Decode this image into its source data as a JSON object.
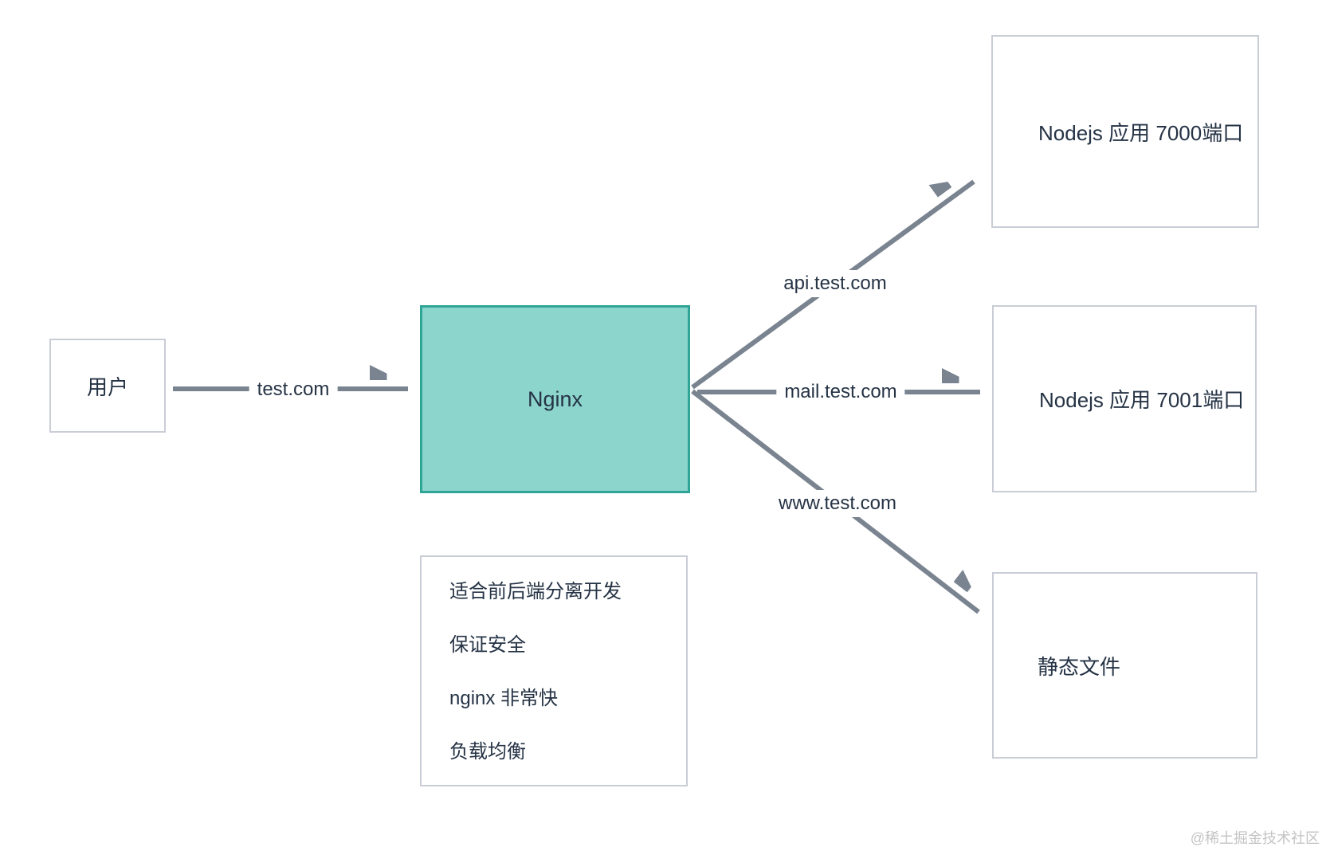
{
  "diagram": {
    "nodes": {
      "user": {
        "label": "用户"
      },
      "nginx": {
        "label": "Nginx"
      },
      "nodejs7000": {
        "label": "Nodejs 应用 7000端口"
      },
      "nodejs7001": {
        "label": "Nodejs 应用 7001端口"
      },
      "staticFiles": {
        "label": "静态文件"
      }
    },
    "edges": {
      "userToNginx": {
        "label": "test.com"
      },
      "nginxToNodejs7000": {
        "label": "api.test.com"
      },
      "nginxToNodejs7001": {
        "label": "mail.test.com"
      },
      "nginxToStatic": {
        "label": "www.test.com"
      }
    },
    "features": {
      "items": [
        "适合前后端分离开发",
        "保证安全",
        "nginx 非常快",
        "负载均衡"
      ]
    }
  },
  "colors": {
    "nginx_fill": "#8CD5CC",
    "nginx_border": "#2EA597",
    "box_border": "#C9CDD5",
    "arrow": "#7A8490",
    "text": "#253345",
    "watermark": "#C4C4C4"
  },
  "watermark": "@稀土掘金技术社区"
}
